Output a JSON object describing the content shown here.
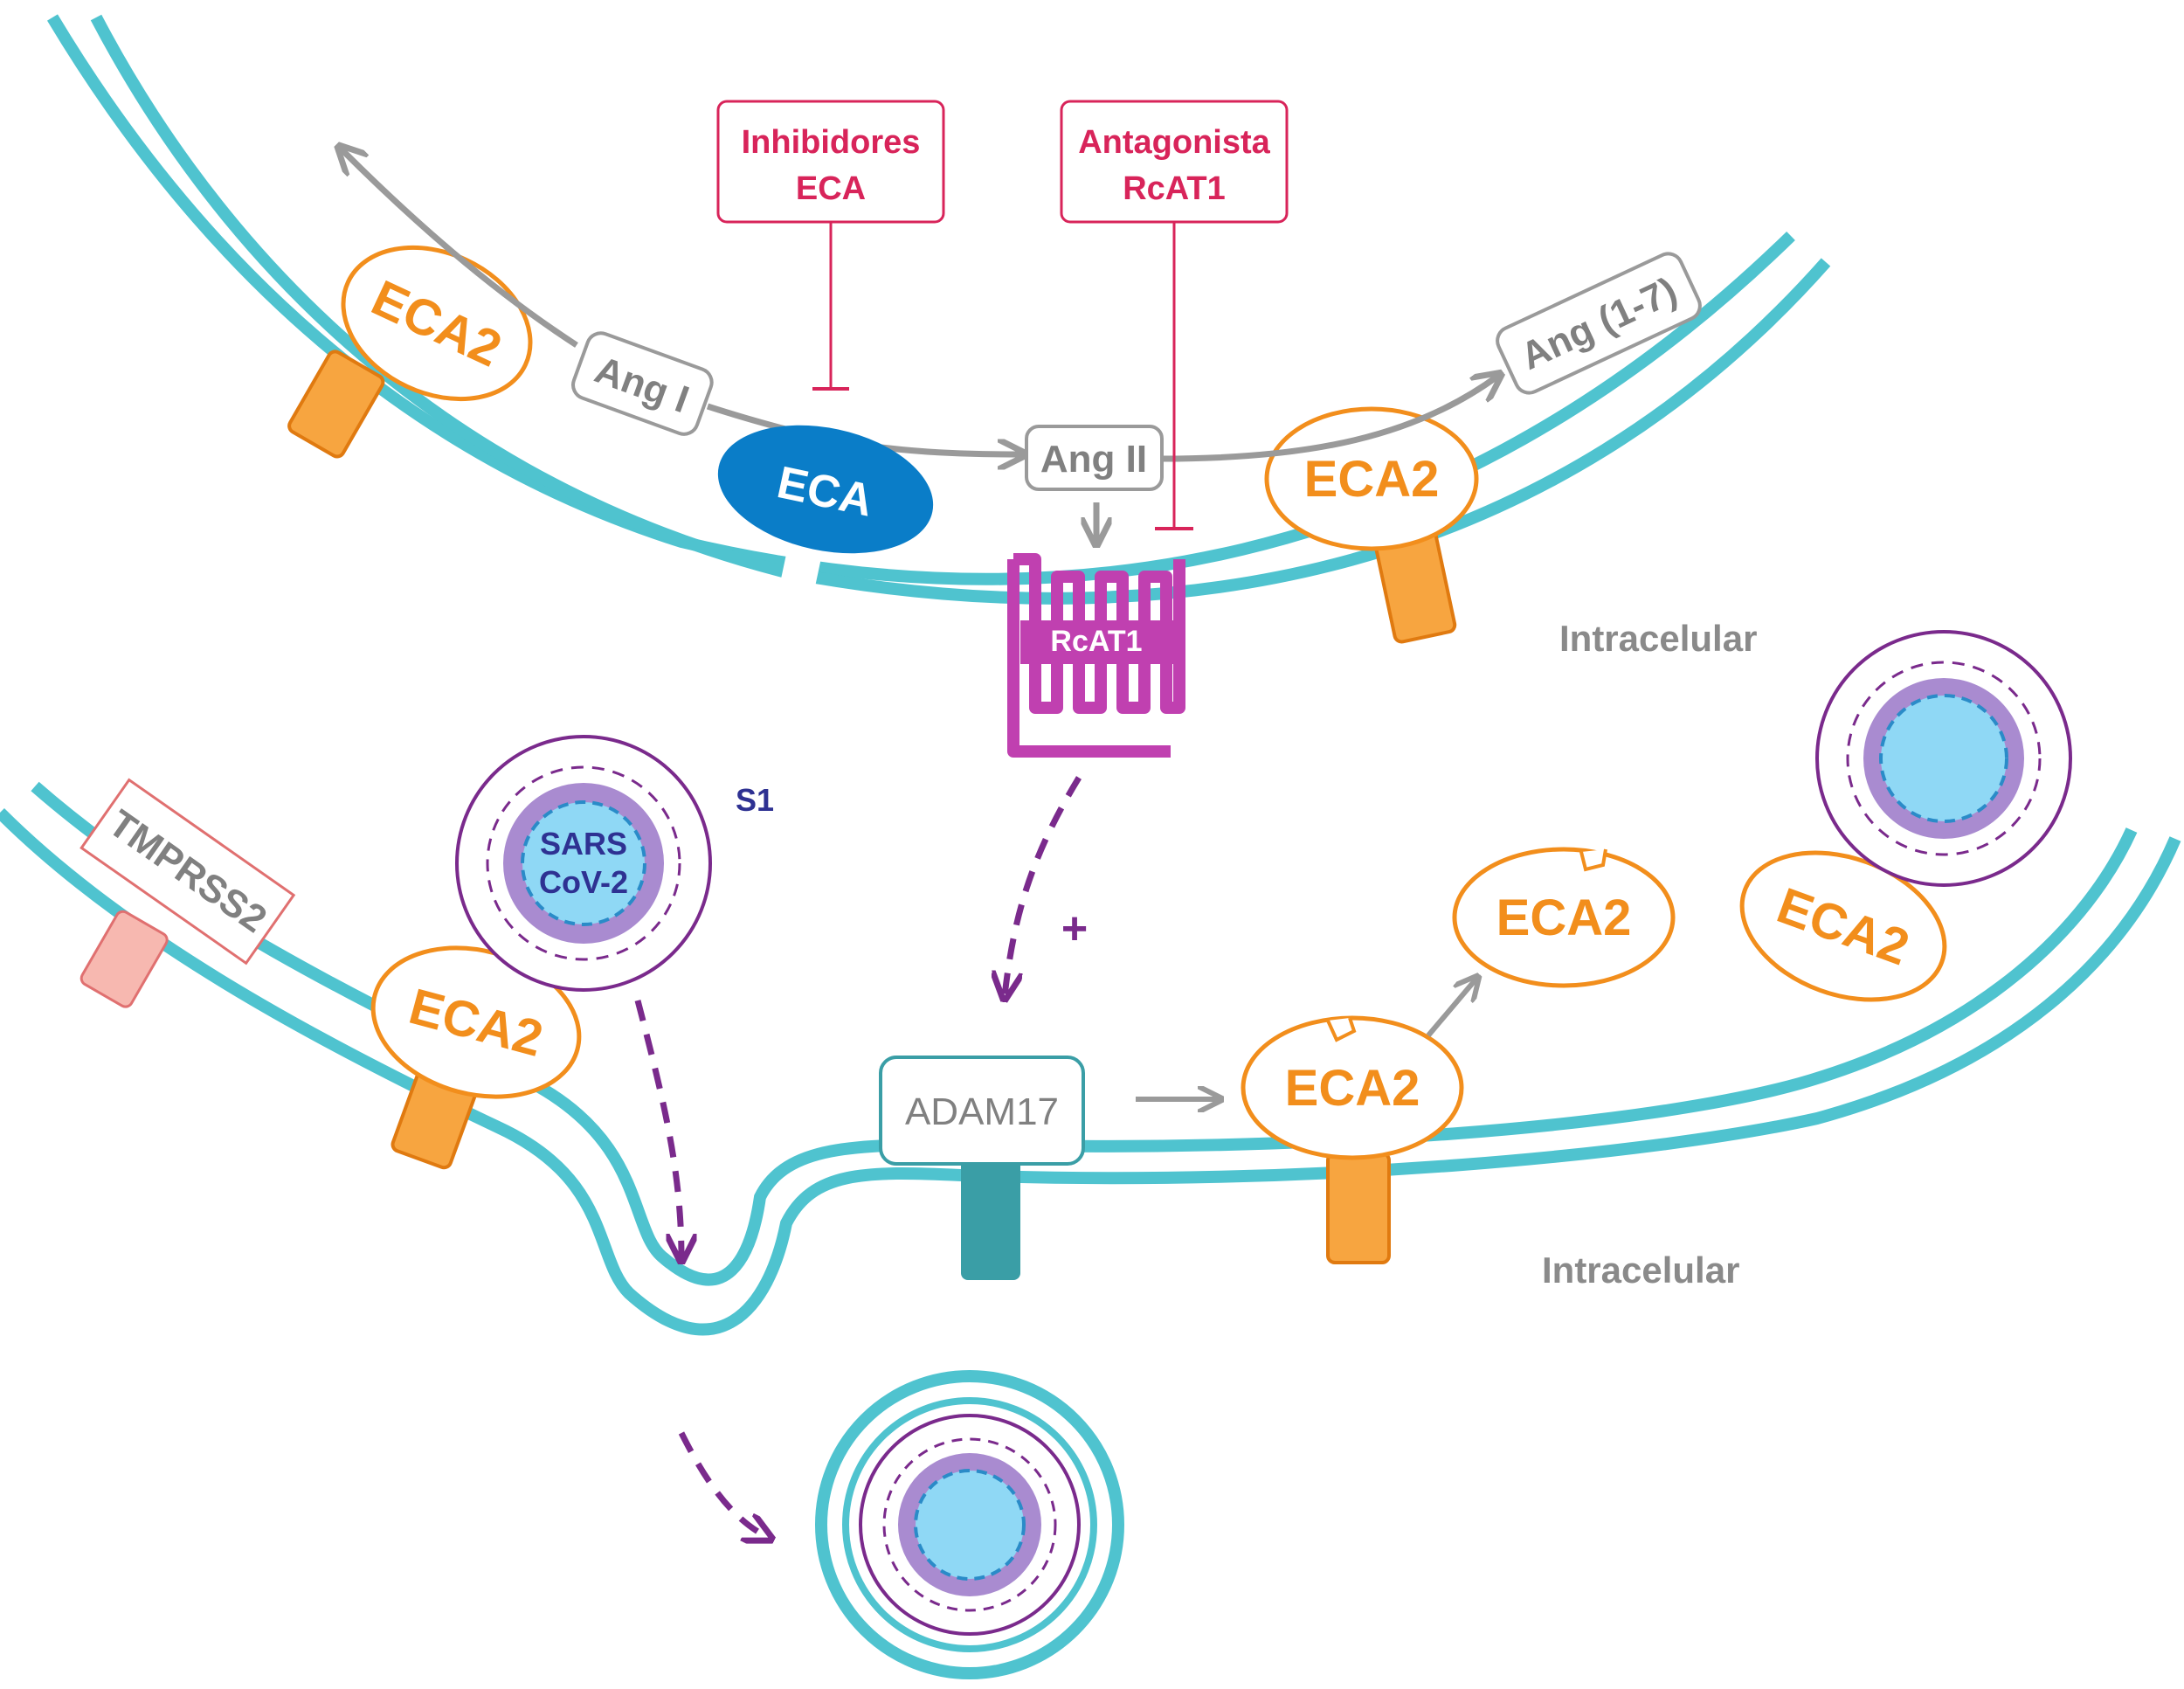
{
  "labels": {
    "eca2": "ECA2",
    "eca": "ECA",
    "ang1": "Ang I",
    "ang2": "Ang II",
    "ang17": "Ang (1-7)",
    "inhibidores_line1": "Inhibidores",
    "inhibidores_line2": "ECA",
    "antagonista_line1": "Antagonista",
    "antagonista_line2": "RcAT1",
    "rcat1": "RcAT1",
    "intracelular": "Intracelular",
    "tmprss2": "TMPRSS2",
    "sars_line1": "SARS",
    "sars_line2": "CoV-2",
    "s1": "S1",
    "adam17": "ADAM17",
    "plus": "+"
  },
  "colors": {
    "membrane": "#4FC3CF",
    "eca2": "#F28E1C",
    "eca": "#0A7DC8",
    "inhibitor": "#D8245A",
    "receptor": "#C040B0",
    "virus_purple": "#7A2A8C",
    "virus_core": "#8FD8F5",
    "tmprss2": "#F7B8B0",
    "adam17": "#3A9EA6",
    "arrow_gray": "#9A9A9A"
  }
}
